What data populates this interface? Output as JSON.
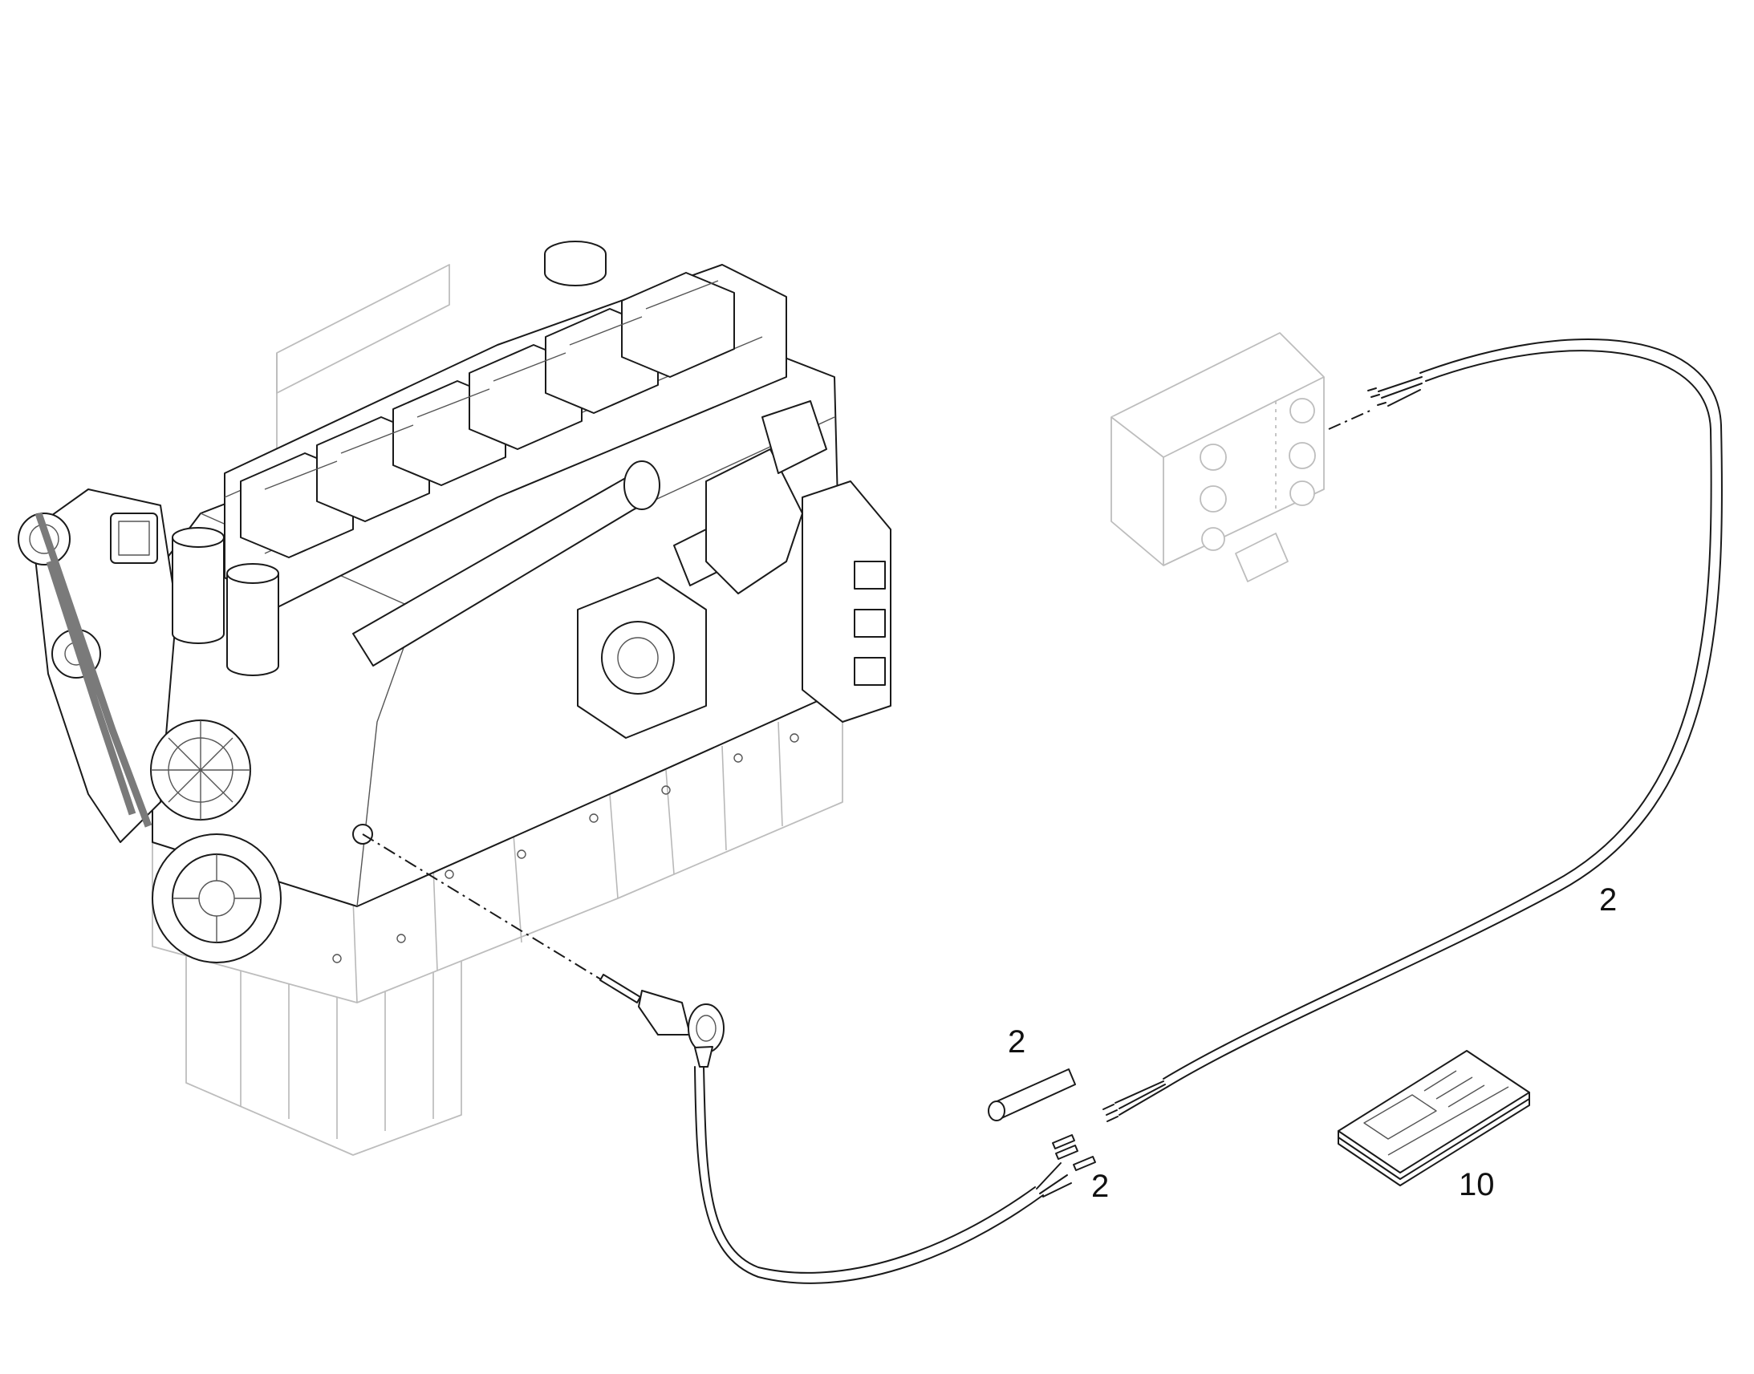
{
  "callouts": {
    "harness_upper": "2",
    "sleeve": "2",
    "pins": "2",
    "manual": "10"
  }
}
